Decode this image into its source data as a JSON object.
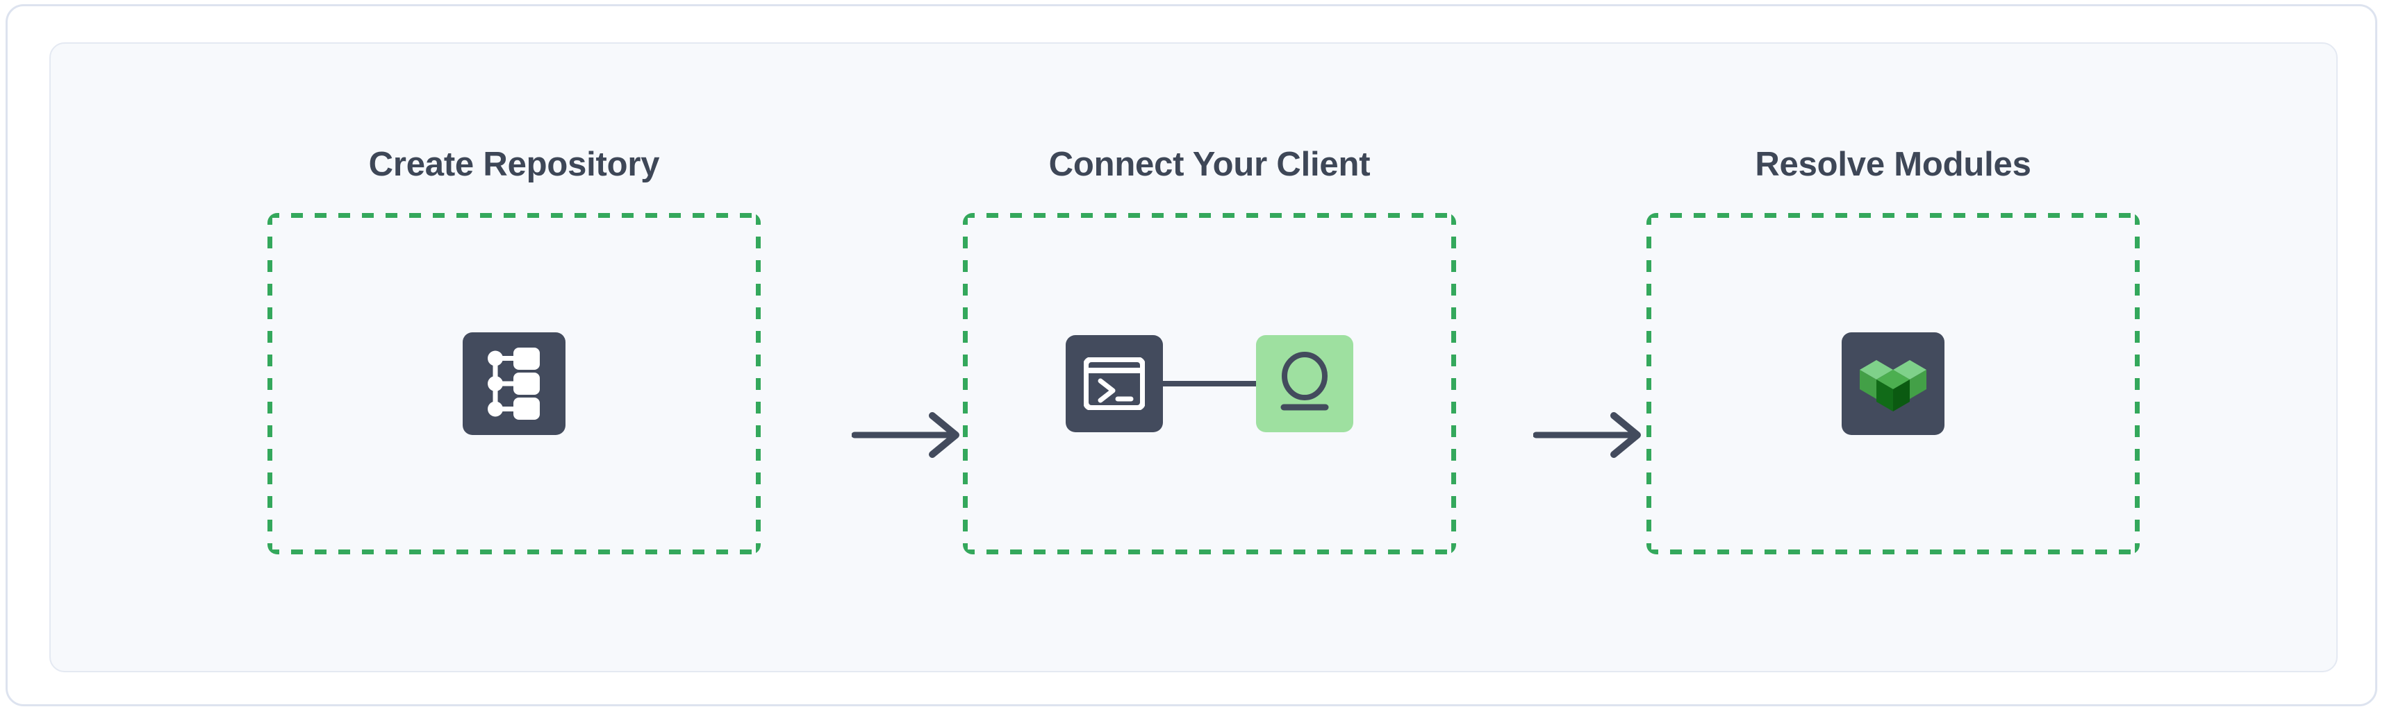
{
  "card": {
    "background": "#ffffff",
    "border_color": "#dde3ef"
  },
  "panel": {
    "background": "#f7f9fc",
    "border_color": "#e4e9f2"
  },
  "colors": {
    "dash_green": "#34a85c",
    "tile_dark": "#434b5d",
    "tile_green": "#9ee0a0",
    "title_text": "#3e4757",
    "arrow": "#434b5d",
    "cube_light": "#7fd18a",
    "cube_mid": "#43a047",
    "cube_dark": "#0b6b14"
  },
  "steps": [
    {
      "id": "create-repository",
      "title": "Create Repository",
      "icons": [
        {
          "name": "repository-tree-icon",
          "tile": "dark"
        }
      ]
    },
    {
      "id": "connect-your-client",
      "title": "Connect Your Client",
      "icons": [
        {
          "name": "terminal-icon",
          "tile": "dark"
        },
        {
          "name": "client-device-icon",
          "tile": "green"
        }
      ]
    },
    {
      "id": "resolve-modules",
      "title": "Resolve Modules",
      "icons": [
        {
          "name": "modules-cubes-icon",
          "tile": "dark"
        }
      ]
    }
  ],
  "arrows": [
    {
      "name": "arrow-step1-to-step2",
      "direction": "right"
    },
    {
      "name": "arrow-step2-to-step3",
      "direction": "right"
    }
  ]
}
